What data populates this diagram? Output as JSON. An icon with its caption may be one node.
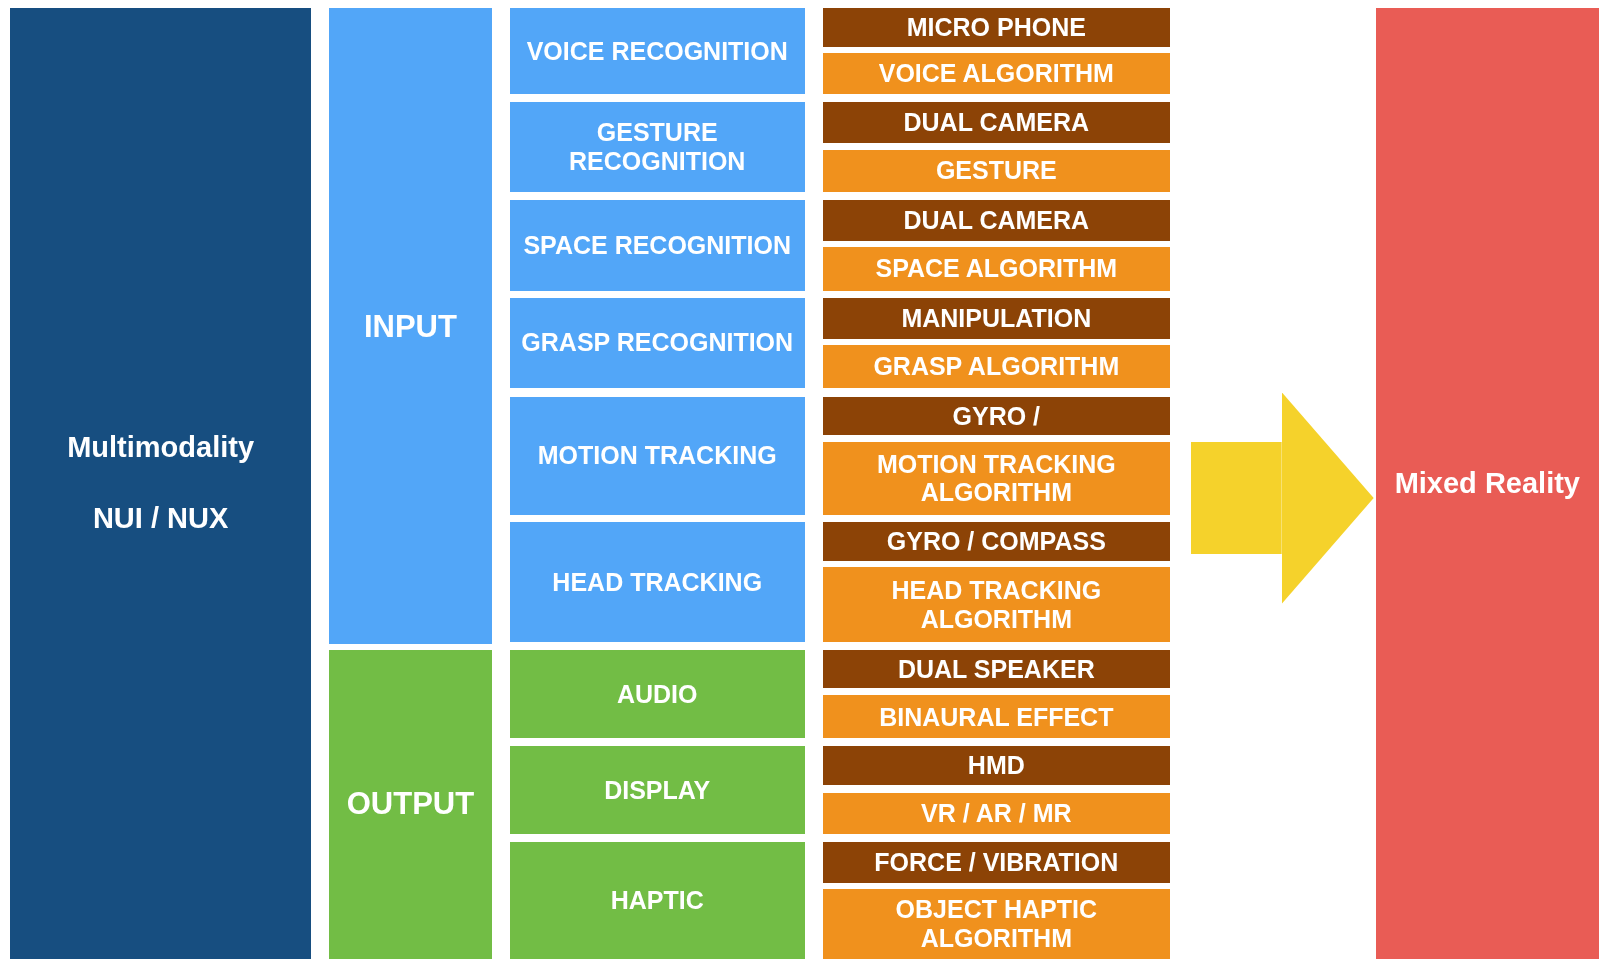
{
  "diagram": {
    "nodes": [
      {
        "text": [
          "Multimodality",
          "NUI / NUX"
        ]
      },
      {
        "text": [
          "INPUT"
        ]
      },
      {
        "text": [
          "OUTPUT"
        ]
      },
      {
        "text": [
          "VOICE RECOGNITION"
        ]
      },
      {
        "text": [
          "MICRO PHONE"
        ]
      },
      {
        "text": [
          "VOICE ALGORITHM"
        ]
      },
      {
        "text": [
          "GESTURE RECOGNITION"
        ]
      },
      {
        "text": [
          "DUAL CAMERA"
        ]
      },
      {
        "text": [
          "GESTURE"
        ]
      },
      {
        "text": [
          "SPACE RECOGNITION"
        ]
      },
      {
        "text": [
          "DUAL CAMERA"
        ]
      },
      {
        "text": [
          "SPACE ALGORITHM"
        ]
      },
      {
        "text": [
          "GRASP RECOGNITION"
        ]
      },
      {
        "text": [
          "MANIPULATION"
        ]
      },
      {
        "text": [
          "GRASP ALGORITHM"
        ]
      },
      {
        "text": [
          "MOTION TRACKING"
        ]
      },
      {
        "text": [
          "GYRO /"
        ]
      },
      {
        "text": [
          "MOTION TRACKING ALGORITHM"
        ]
      },
      {
        "text": [
          "HEAD TRACKING"
        ]
      },
      {
        "text": [
          "GYRO / COMPASS"
        ]
      },
      {
        "text": [
          "HEAD TRACKING ALGORITHM"
        ]
      },
      {
        "text": [
          "AUDIO"
        ]
      },
      {
        "text": [
          "DUAL SPEAKER"
        ]
      },
      {
        "text": [
          "BINAURAL EFFECT"
        ]
      },
      {
        "text": [
          "DISPLAY"
        ]
      },
      {
        "text": [
          "HMD"
        ]
      },
      {
        "text": [
          "VR / AR / MR"
        ]
      },
      {
        "text": [
          "HAPTIC"
        ]
      },
      {
        "text": [
          "FORCE / VIBRATION"
        ]
      },
      {
        "text": [
          "OBJECT HAPTIC ALGORITHM"
        ]
      },
      {
        "text": [
          "Mixed Reality"
        ]
      }
    ],
    "edges": [
      {
        "from": null,
        "to": 30,
        "arrow": "to"
      }
    ]
  }
}
